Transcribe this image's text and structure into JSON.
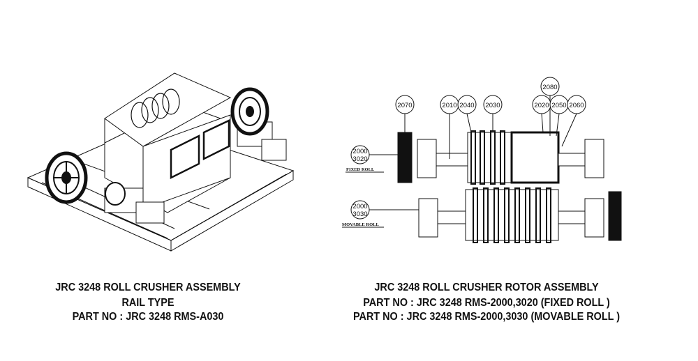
{
  "left_drawing": {
    "caption": {
      "title": "JRC 3248 ROLL CRUSHER ASSEMBLY",
      "subtitle": "RAIL TYPE",
      "part_no": "PART NO : JRC 3248 RMS-A030"
    }
  },
  "right_drawing": {
    "balloons": [
      "2070",
      "2010",
      "2040",
      "2030",
      "2080",
      "2020",
      "2050",
      "2060"
    ],
    "fixed_roll": {
      "balloon_top": "2000",
      "balloon_bottom": "3020",
      "label": "FIXED ROLL"
    },
    "movable_roll": {
      "balloon_top": "2000",
      "balloon_bottom": "3030",
      "label": "MOVABLE ROLL"
    },
    "caption": {
      "title": "JRC 3248 ROLL CRUSHER ROTOR ASSEMBLY",
      "part_no_fixed": "PART NO : JRC 3248 RMS-2000,3020 (FIXED ROLL )",
      "part_no_movable": "PART NO : JRC 3248 RMS-2000,3030 (MOVABLE ROLL )"
    }
  }
}
